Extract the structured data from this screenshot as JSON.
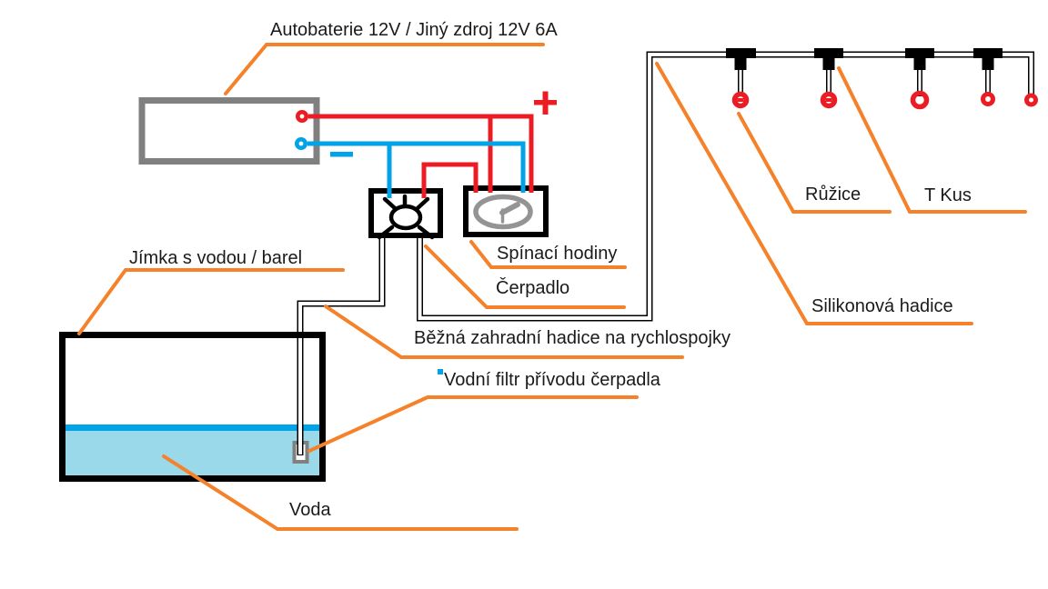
{
  "colors": {
    "orange": "#F5822A",
    "red": "#EC1C24",
    "blue": "#00A2E8",
    "water_fill": "#99D9EA",
    "gray": "#808080",
    "clock_gray": "#949494"
  },
  "labels": {
    "battery": "Autobaterie 12V / Jiný zdroj 12V 6A",
    "tank": "Jímka s vodou / barel",
    "timer": "Spínací hodiny",
    "pump": "Čerpadlo",
    "garden_hose": "Běžná zahradní hadice na rychlospojky",
    "filter": "Vodní filtr přívodu čerpadla",
    "water": "Voda",
    "nozzle": "Růžice",
    "tee": "T Kus",
    "silicone_hose": "Silikonová hadice"
  },
  "symbols": {
    "plus": "+",
    "minus": "−"
  },
  "icons": {
    "pump": "fan-icon",
    "timer": "clock-icon",
    "battery_positive": "positive-terminal-icon",
    "battery_negative": "negative-terminal-icon"
  }
}
